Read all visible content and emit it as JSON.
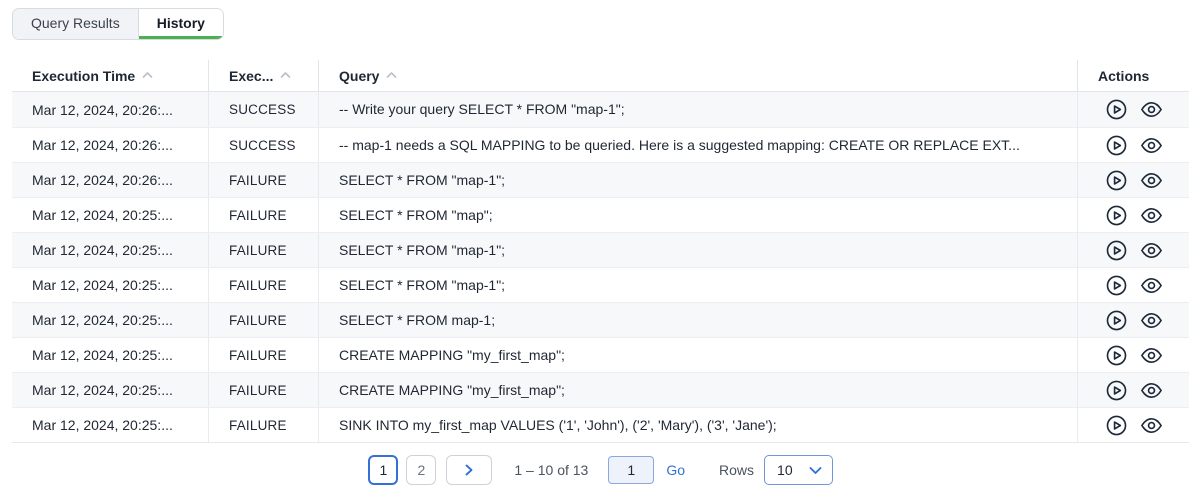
{
  "tabs": [
    {
      "label": "Query Results",
      "active": false
    },
    {
      "label": "History",
      "active": true
    }
  ],
  "table": {
    "columns": [
      {
        "label": "Execution Time",
        "sortable": true
      },
      {
        "label": "Exec...",
        "sortable": true
      },
      {
        "label": "Query",
        "sortable": true
      },
      {
        "label": "Actions",
        "sortable": false
      }
    ],
    "rows": [
      {
        "time": "Mar 12, 2024, 20:26:...",
        "status": "SUCCESS",
        "query": "-- Write your query SELECT * FROM \"map-1\";"
      },
      {
        "time": "Mar 12, 2024, 20:26:...",
        "status": "SUCCESS",
        "query": "-- map-1 needs a SQL MAPPING to be queried. Here is a suggested mapping: CREATE OR REPLACE EXT..."
      },
      {
        "time": "Mar 12, 2024, 20:26:...",
        "status": "FAILURE",
        "query": "SELECT * FROM \"map-1\";"
      },
      {
        "time": "Mar 12, 2024, 20:25:...",
        "status": "FAILURE",
        "query": "SELECT * FROM \"map\";"
      },
      {
        "time": "Mar 12, 2024, 20:25:...",
        "status": "FAILURE",
        "query": "SELECT * FROM \"map-1\";"
      },
      {
        "time": "Mar 12, 2024, 20:25:...",
        "status": "FAILURE",
        "query": "SELECT * FROM \"map-1\";"
      },
      {
        "time": "Mar 12, 2024, 20:25:...",
        "status": "FAILURE",
        "query": "SELECT * FROM map-1;"
      },
      {
        "time": "Mar 12, 2024, 20:25:...",
        "status": "FAILURE",
        "query": "CREATE MAPPING \"my_first_map\";"
      },
      {
        "time": "Mar 12, 2024, 20:25:...",
        "status": "FAILURE",
        "query": "CREATE MAPPING \"my_first_map\";"
      },
      {
        "time": "Mar 12, 2024, 20:25:...",
        "status": "FAILURE",
        "query": "SINK INTO my_first_map VALUES ('1', 'John'), ('2', 'Mary'), ('3', 'Jane');"
      }
    ],
    "action_icons": [
      "play-icon",
      "eye-icon"
    ]
  },
  "pagination": {
    "pages": [
      "1",
      "2"
    ],
    "active_page": "1",
    "range_text": "1 – 10 of 13",
    "goto_value": "1",
    "go_label": "Go",
    "rows_label": "Rows",
    "rows_per_page": "10"
  },
  "colors": {
    "accent": "#3470d8",
    "tab_underline_green": "#4caf50",
    "row_alt": "#f7f8fa",
    "icon": "#1d2939"
  }
}
